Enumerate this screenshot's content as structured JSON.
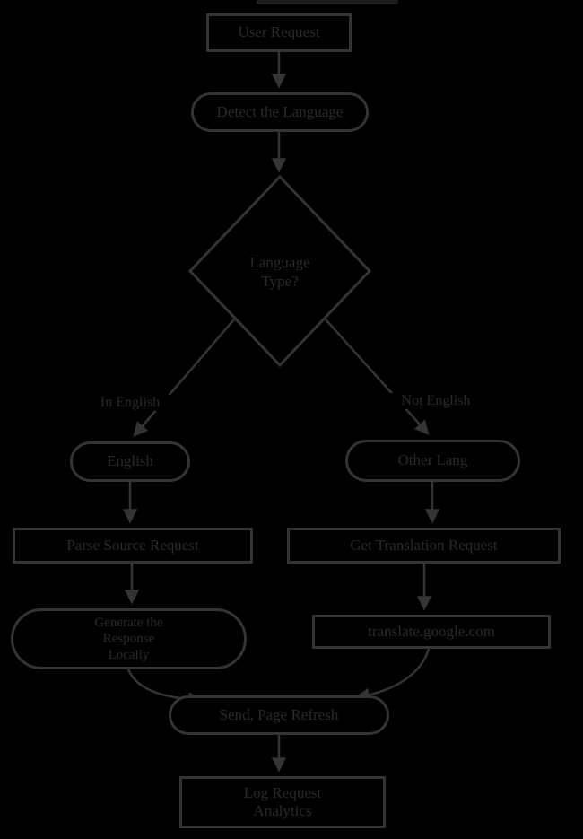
{
  "canvas": {
    "background_color": "#000000",
    "stroke_color": "#343434",
    "text_color": "#2a2a2a"
  },
  "flowchart": {
    "nodes": {
      "user_request": {
        "label": "User Request",
        "shape": "rect"
      },
      "detect_language": {
        "label": "Detect the Language",
        "shape": "stadium"
      },
      "decision": {
        "line1": "Language",
        "line2": "Type?",
        "shape": "diamond"
      },
      "english": {
        "label": "English",
        "shape": "stadium"
      },
      "other_lang": {
        "label": "Other Lang",
        "shape": "stadium"
      },
      "parse_source_request": {
        "label": "Parse Source Request",
        "shape": "rect"
      },
      "get_translation_request": {
        "label": "Get Translation Request",
        "shape": "rect"
      },
      "generate_response_locally": {
        "line1": "Generate the",
        "line2": "Response",
        "line3": "Locally",
        "shape": "stadium"
      },
      "translate_service": {
        "label": "translate.google.com",
        "shape": "rect"
      },
      "send_page_refresh": {
        "label": "Send, Page Refresh",
        "shape": "stadium"
      },
      "log_request_analytics": {
        "line1": "Log Request",
        "line2": "Analytics",
        "shape": "rect"
      }
    },
    "edge_labels": {
      "left_branch": "In English",
      "right_branch": "Not English"
    }
  }
}
